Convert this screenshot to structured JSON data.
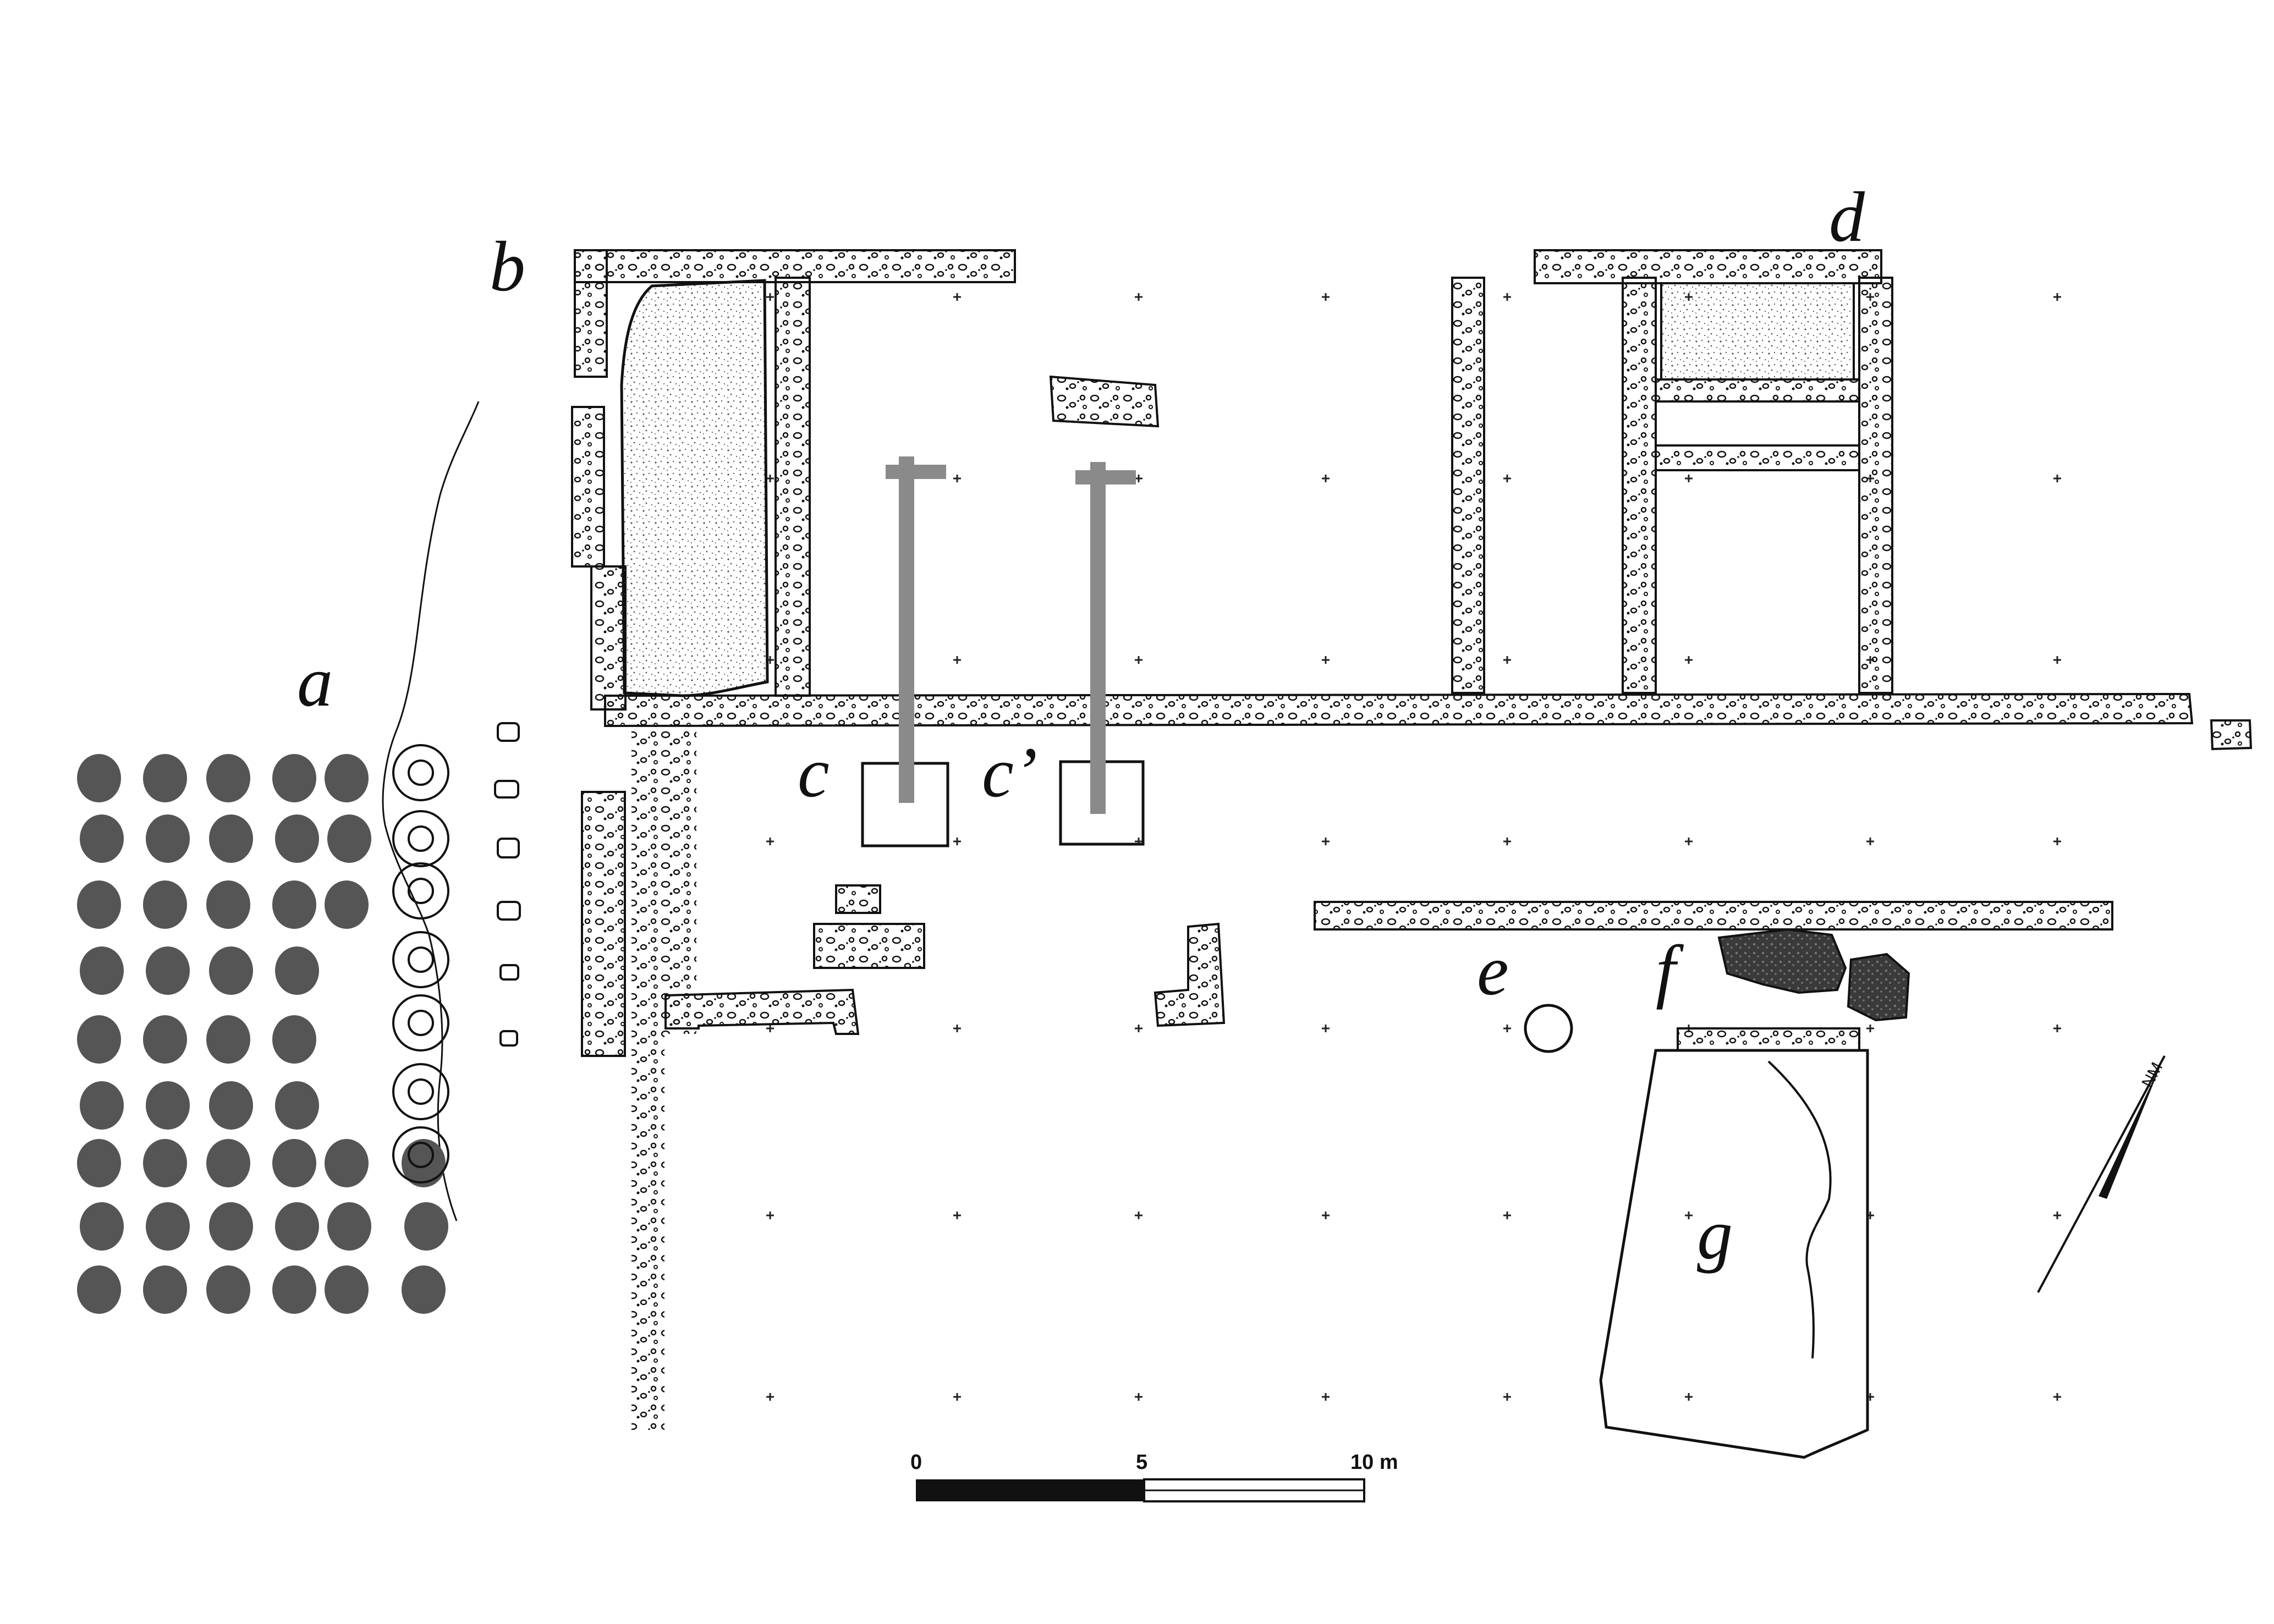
{
  "labels": {
    "a": "a",
    "b": "b",
    "c": "c",
    "c_prime": "c’",
    "d": "d",
    "e": "e",
    "f": "f",
    "g": "g"
  },
  "scale_bar": {
    "tick_0": "0",
    "tick_5": "5",
    "tick_10": "10 m"
  },
  "north_arrow": {
    "label": "NM"
  },
  "colors": {
    "ink": "#111111",
    "stipple": "#555555",
    "dots_fill": "#555555",
    "overlay_grey": "#8a8a8a",
    "dark_fill": "#333333"
  }
}
